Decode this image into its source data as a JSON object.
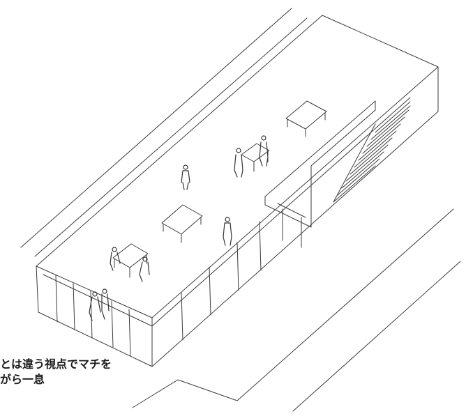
{
  "caption": {
    "line1": "とは違う視点でマチを",
    "line2": "がら一息"
  },
  "diagram": {
    "description_type": "isometric line drawing",
    "stroke_color": "#3a3a3a"
  }
}
